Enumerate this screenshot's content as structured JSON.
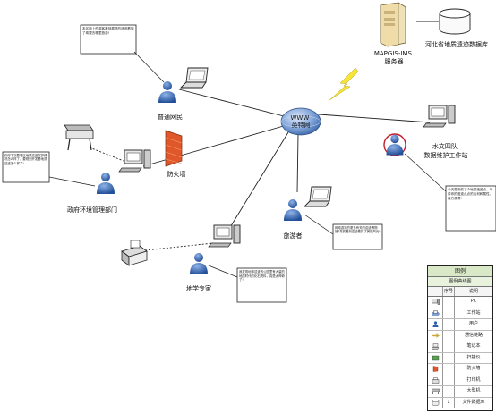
{
  "nodes": {
    "server": "MAPGIS-IMS\n服务器",
    "database": "河北省地质遗迹数据库",
    "internet": "WWW\n英特网",
    "normal_user": "普通网民",
    "hydro_station": "水文四队\n数据维护工作站",
    "gov_dept": "政府环境管理部门",
    "firewall": "防火墙",
    "tourist": "旅游者",
    "geo_expert": "地学专家"
  },
  "notes": {
    "normal_user": "本区网上的游客看到展现的遗迹看到了希望去哪里旅游!",
    "gov_dept": "你好下次要看区地质遗迹保护情况怎么样了，要规划开发看地质遗迹怎么样了!",
    "hydro_station": "今天更新的了个地质遗迹点，可讲你的遗迹点点的几何和属性，真方便啊!",
    "tourist": "网络游览的更多有关的遗迹博物馆?真的看到遗迹看到了美丽风光!",
    "geo_expert": "我发现地球遗迹的公园里有大量的地质时代的化石资料，真是太神奇了!"
  },
  "legend": {
    "title": "图例",
    "subtitle": "图例曲线图",
    "col_no": "序号",
    "col_desc": "说明",
    "rows": [
      {
        "icon": "pc-icon",
        "no": "",
        "desc": "PC"
      },
      {
        "icon": "workstation-icon",
        "no": "",
        "desc": "工作站"
      },
      {
        "icon": "user-icon",
        "no": "",
        "desc": "用户"
      },
      {
        "icon": "link-icon",
        "no": "",
        "desc": "通信链路"
      },
      {
        "icon": "laptop-icon",
        "no": "",
        "desc": "笔记本"
      },
      {
        "icon": "scanner-icon",
        "no": "",
        "desc": "扫描仪"
      },
      {
        "icon": "firewall-icon",
        "no": "",
        "desc": "防火墙"
      },
      {
        "icon": "printer-icon",
        "no": "",
        "desc": "打印机"
      },
      {
        "icon": "plotter-icon",
        "no": "",
        "desc": "大型机"
      },
      {
        "icon": "database-icon",
        "no": "1",
        "desc": "文件数据库"
      }
    ]
  },
  "colors": {
    "person": "#2f5fae",
    "person_highlight": "#c21e2e",
    "firewall": "#e0582a",
    "lightning": "#f7e43a",
    "globe": "#4f7fc0",
    "legend_header": "#d9e8c6"
  }
}
